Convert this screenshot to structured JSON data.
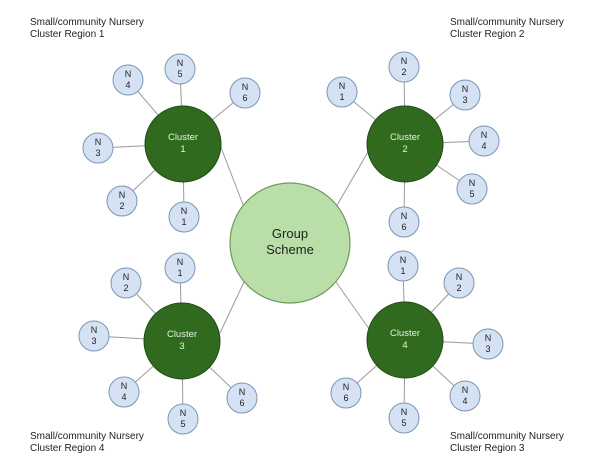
{
  "region_labels": [
    {
      "line1": "Small/community Nursery",
      "line2": "Cluster Region 1"
    },
    {
      "line1": "Small/community Nursery",
      "line2": "Cluster Region 2"
    },
    {
      "line1": "Small/community Nursery",
      "line2": "Cluster Region 4"
    },
    {
      "line1": "Small/community Nursery",
      "line2": "Cluster Region 3"
    }
  ],
  "group": {
    "line1": "Group",
    "line2": "Scheme"
  },
  "clusters": [
    {
      "title": "Cluster",
      "number": "1",
      "nodes": [
        {
          "prefix": "N",
          "number": "4"
        },
        {
          "prefix": "N",
          "number": "5"
        },
        {
          "prefix": "N",
          "number": "6"
        },
        {
          "prefix": "N",
          "number": "3"
        },
        {
          "prefix": "N",
          "number": "2"
        },
        {
          "prefix": "N",
          "number": "1"
        }
      ]
    },
    {
      "title": "Cluster",
      "number": "2",
      "nodes": [
        {
          "prefix": "N",
          "number": "1"
        },
        {
          "prefix": "N",
          "number": "2"
        },
        {
          "prefix": "N",
          "number": "3"
        },
        {
          "prefix": "N",
          "number": "4"
        },
        {
          "prefix": "N",
          "number": "5"
        },
        {
          "prefix": "N",
          "number": "6"
        }
      ]
    },
    {
      "title": "Cluster",
      "number": "3",
      "nodes": [
        {
          "prefix": "N",
          "number": "2"
        },
        {
          "prefix": "N",
          "number": "1"
        },
        {
          "prefix": "N",
          "number": "3"
        },
        {
          "prefix": "N",
          "number": "4"
        },
        {
          "prefix": "N",
          "number": "5"
        },
        {
          "prefix": "N",
          "number": "6"
        }
      ]
    },
    {
      "title": "Cluster",
      "number": "4",
      "nodes": [
        {
          "prefix": "N",
          "number": "1"
        },
        {
          "prefix": "N",
          "number": "2"
        },
        {
          "prefix": "N",
          "number": "3"
        },
        {
          "prefix": "N",
          "number": "4"
        },
        {
          "prefix": "N",
          "number": "5"
        },
        {
          "prefix": "N",
          "number": "6"
        }
      ]
    }
  ],
  "colors": {
    "cluster_fill": "#2f6a1f",
    "group_fill": "#b9dea8",
    "nursery_fill": "#d4e2f3",
    "edge": "#9a9a9a"
  }
}
